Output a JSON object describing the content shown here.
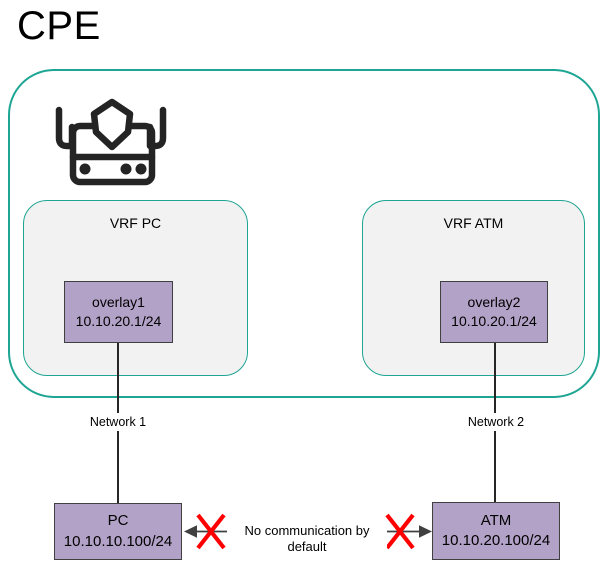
{
  "title": "CPE",
  "colors": {
    "teal_border": "#1ea593",
    "vrf_fill": "#f2f2f2",
    "node_fill": "#b3a2c7",
    "node_border": "#404040",
    "line": "#262626",
    "red_x": "#ff0000"
  },
  "cpe": {
    "icon": "firewall-router-icon",
    "vrfs": [
      {
        "label": "VRF PC",
        "interface": {
          "name": "overlay1",
          "ip": "10.10.20.1/24"
        }
      },
      {
        "label": "VRF ATM",
        "interface": {
          "name": "overlay2",
          "ip": "10.10.20.1/24"
        }
      }
    ]
  },
  "links": [
    {
      "label": "Network 1"
    },
    {
      "label": "Network 2"
    }
  ],
  "hosts": [
    {
      "name": "PC",
      "ip": "10.10.10.100/24"
    },
    {
      "name": "ATM",
      "ip": "10.10.20.100/24"
    }
  ],
  "no_communication": {
    "label": "No communication by default"
  }
}
